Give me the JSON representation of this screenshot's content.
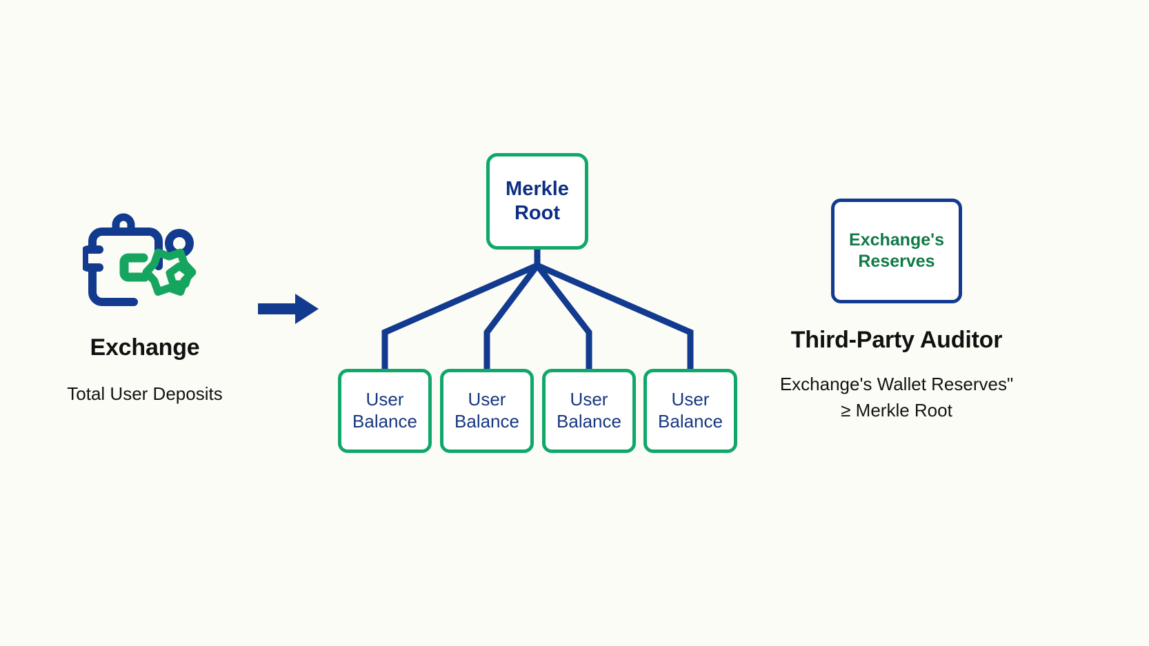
{
  "diagram": {
    "background_color": "#fcfcf6",
    "accent_green": "#10a86a",
    "accent_navy": "#123a8f",
    "text_navy": "#16377f",
    "text_dark": "#111111",
    "text_green": "#107a46"
  },
  "exchange": {
    "icon_name": "exchange-wallet-icon",
    "title": "Exchange",
    "subtitle": "Total User Deposits"
  },
  "arrow": {
    "icon_name": "right-arrow-icon",
    "direction": "right"
  },
  "tree": {
    "root": {
      "line1": "Merkle",
      "line2": "Root"
    },
    "leaves": [
      {
        "line1": "User",
        "line2": "Balance"
      },
      {
        "line1": "User",
        "line2": "Balance"
      },
      {
        "line1": "User",
        "line2": "Balance"
      },
      {
        "line1": "User",
        "line2": "Balance"
      }
    ]
  },
  "auditor": {
    "box": {
      "line1": "Exchange's",
      "line2": "Reserves"
    },
    "title": "Third-Party Auditor",
    "caption_line1": "Exchange's Wallet Reserves\"",
    "caption_line2": "≥ Merkle Root"
  }
}
